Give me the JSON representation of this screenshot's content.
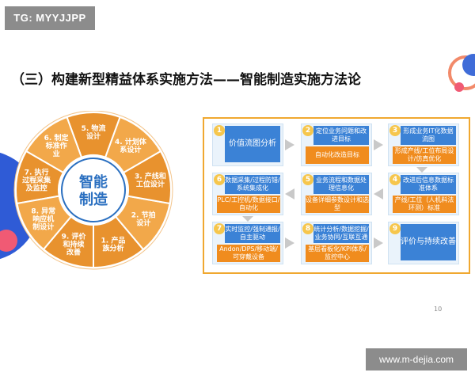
{
  "badge": "TG: MYYJJPP",
  "title": "（三）构建新型精益体系实施方法——智能制造实施方法论",
  "watermark": "www.m-dejia.com",
  "page_number": "10",
  "hub": [
    "智能",
    "制造"
  ],
  "wheel": [
    {
      "num": "1.",
      "lines": [
        "产品",
        "族分析"
      ]
    },
    {
      "num": "2.",
      "lines": [
        "节拍",
        "设计"
      ]
    },
    {
      "num": "3.",
      "lines": [
        "产线和",
        "工位设计"
      ]
    },
    {
      "num": "4.",
      "lines": [
        "计划体",
        "系设计"
      ]
    },
    {
      "num": "5.",
      "lines": [
        "物流",
        "设计"
      ]
    },
    {
      "num": "6.",
      "lines": [
        "制定",
        "标准作",
        "业"
      ]
    },
    {
      "num": "7.",
      "lines": [
        "执行",
        "过程采集",
        "及监控"
      ]
    },
    {
      "num": "8.",
      "lines": [
        "异常",
        "响应机",
        "制设计"
      ]
    },
    {
      "num": "9.",
      "lines": [
        "评价",
        "和持续",
        "改善"
      ]
    }
  ],
  "steps": [
    {
      "num": "1",
      "blue": "价值流图分析",
      "orange": ""
    },
    {
      "num": "2",
      "blue": "定位业务问题和改进目标",
      "orange": "自动化改造目标"
    },
    {
      "num": "3",
      "blue": "形成业务IT化数据流图",
      "orange": "形成产线/工位布局设计/仿真优化"
    },
    {
      "num": "4",
      "blue": "改进后信息数据标准体系",
      "orange": "产线/工位（人机料法环测）标准"
    },
    {
      "num": "5",
      "blue": "业务流程和数据处理信息化",
      "orange": "设备详细参数设计和选型"
    },
    {
      "num": "6",
      "blue": "数据采集/过程防错/系统集成化",
      "orange": "PLC/工控机/数据接口/自动化"
    },
    {
      "num": "7",
      "blue": "实时监控/强制通报/自主驱动",
      "orange": "Andon/DPS/移动端/可穿戴设备"
    },
    {
      "num": "8",
      "blue": "统计分析/数据挖掘/业务协同/互联互通",
      "orange": "基层看板化/KPI体系/监控中心"
    },
    {
      "num": "9",
      "blue": "评价与持续改善",
      "orange": ""
    }
  ],
  "colors": {
    "wheel": "#e8922e",
    "wheel_alt": "#f2a84a",
    "hub": "#2a6fc0",
    "blue": "#3b82d6",
    "orange": "#f08c1e",
    "panel_border": "#f0a830"
  }
}
